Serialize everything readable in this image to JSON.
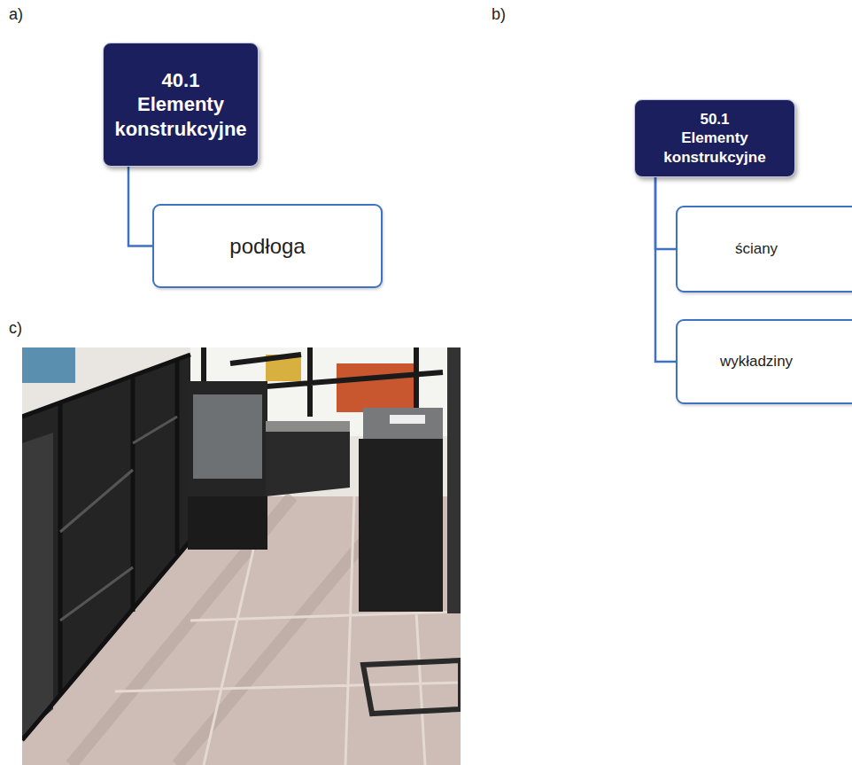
{
  "diagram": {
    "nodes": [
      {
        "text": [
          "40.1",
          "Elementy konstrukcyjne"
        ]
      },
      {
        "text": [
          "podłoga"
        ]
      },
      {
        "text": [
          "50.1",
          "Elementy konstrukcyjne"
        ]
      },
      {
        "text": [
          "ściany"
        ]
      },
      {
        "text": [
          "wykładziny"
        ]
      }
    ],
    "edges": [
      {
        "from": 0,
        "to": 1,
        "arrow": "none"
      },
      {
        "from": 2,
        "to": 3,
        "arrow": "none"
      },
      {
        "from": 2,
        "to": 4,
        "arrow": "none"
      }
    ],
    "labels": [
      "a)",
      "b)",
      "c)"
    ]
  }
}
